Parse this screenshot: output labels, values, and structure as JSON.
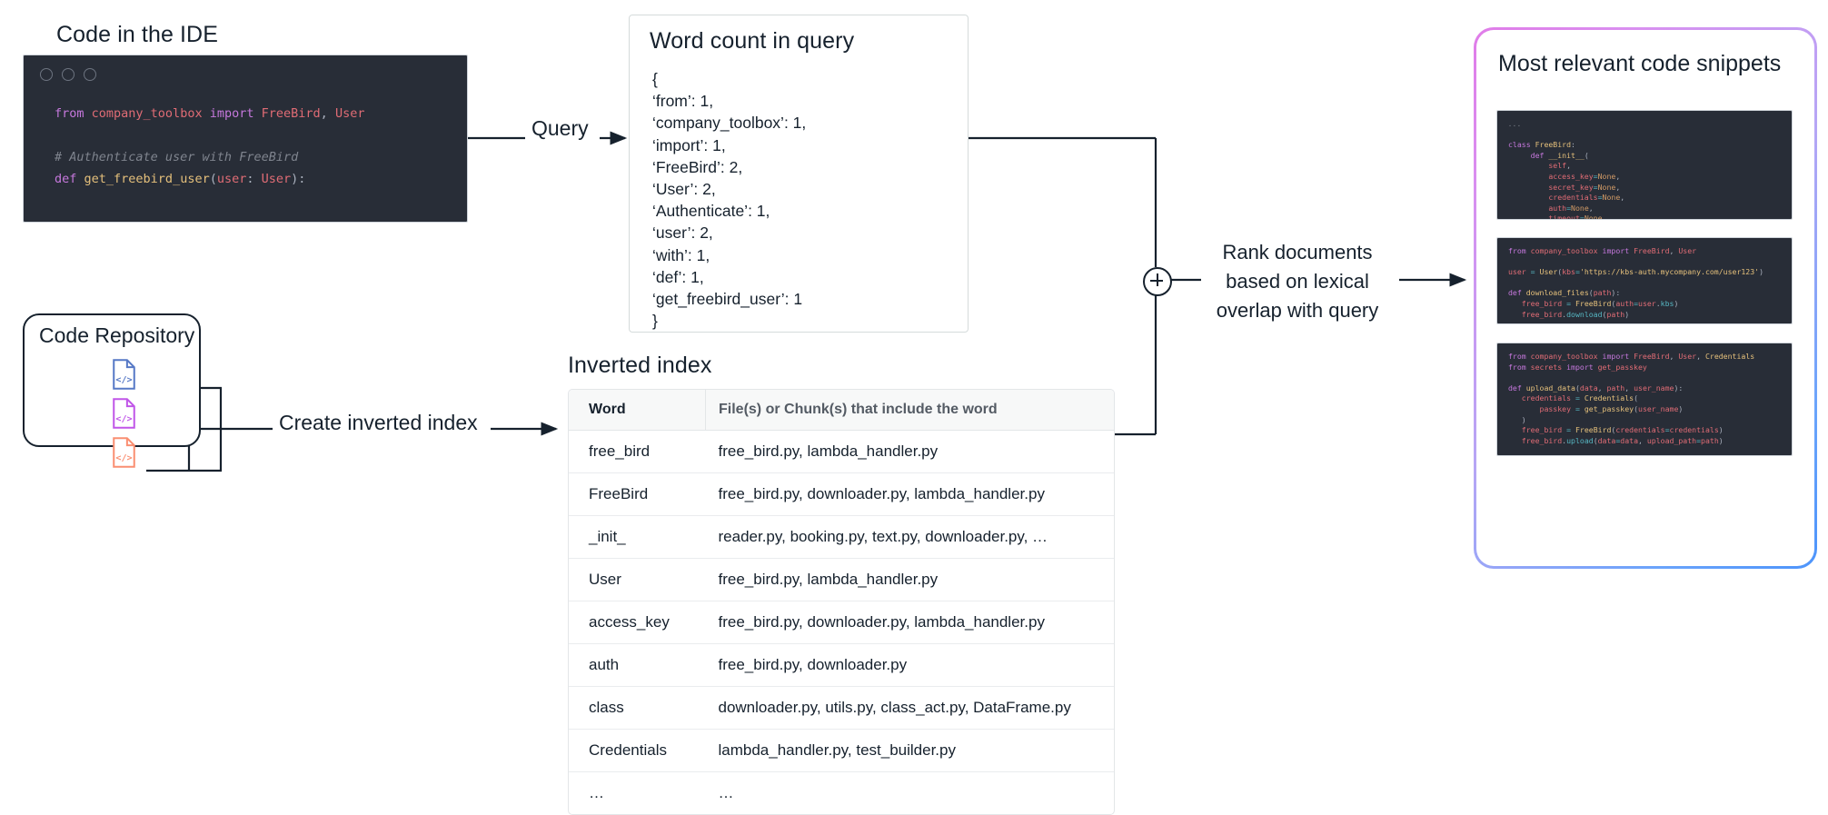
{
  "ide": {
    "title": "Code in the IDE",
    "window_dots": [
      "dot-1",
      "dot-2",
      "dot-3"
    ],
    "code_lines": [
      "from company_toolbox import FreeBird, User",
      "",
      "# Authenticate user with FreeBird",
      "def get_freebird_user(user: User):"
    ]
  },
  "word_count": {
    "title": "Word count in query",
    "body": "{\n‘from’: 1,\n‘company_toolbox’: 1,\n‘import’: 1,\n‘FreeBird’: 2,\n‘User’: 2,\n‘Authenticate’: 1,\n‘user’: 2,\n‘with’: 1,\n‘def’: 1,\n‘get_freebird_user’: 1\n}",
    "entries": [
      {
        "word": "from",
        "count": 1
      },
      {
        "word": "company_toolbox",
        "count": 1
      },
      {
        "word": "import",
        "count": 1
      },
      {
        "word": "FreeBird",
        "count": 2
      },
      {
        "word": "User",
        "count": 2
      },
      {
        "word": "Authenticate",
        "count": 1
      },
      {
        "word": "user",
        "count": 2
      },
      {
        "word": "with",
        "count": 1
      },
      {
        "word": "def",
        "count": 1
      },
      {
        "word": "get_freebird_user",
        "count": 1
      }
    ]
  },
  "repository": {
    "title": "Code Repository",
    "files": [
      {
        "icon": "code-file-icon",
        "color": "#5779c6"
      },
      {
        "icon": "code-file-icon",
        "color": "#c056e8"
      },
      {
        "icon": "code-file-icon",
        "color": "#fa8f72"
      }
    ]
  },
  "arrows": {
    "query_label": "Query",
    "create_index_label": "Create inverted index",
    "rank_label": "Rank documents based on lexical overlap with query",
    "rank_label_lines": [
      "Rank documents",
      "based on lexical",
      "overlap with query"
    ],
    "plus_symbol": "+"
  },
  "inverted_index": {
    "title": "Inverted index",
    "columns": [
      "Word",
      "File(s) or Chunk(s) that include the word"
    ],
    "rows": [
      {
        "word": "free_bird",
        "files": "free_bird.py,  lambda_handler.py"
      },
      {
        "word": "FreeBird",
        "files": "free_bird.py, downloader.py,  lambda_handler.py"
      },
      {
        "word": "_init_",
        "files": "reader.py, booking.py, text.py, downloader.py, …"
      },
      {
        "word": "User",
        "files": "free_bird.py,  lambda_handler.py"
      },
      {
        "word": "access_key",
        "files": "free_bird.py, downloader.py,  lambda_handler.py"
      },
      {
        "word": "auth",
        "files": "free_bird.py, downloader.py"
      },
      {
        "word": "class",
        "files": "downloader.py,  utils.py,  class_act.py,  DataFrame.py"
      },
      {
        "word": "Credentials",
        "files": "lambda_handler.py,  test_builder.py"
      },
      {
        "word": "…",
        "files": "…"
      }
    ]
  },
  "results": {
    "title": "Most relevant code snippets",
    "snippets": [
      {
        "name": "snippet-freebird-class",
        "code": "...\n\nclass FreeBird:\n    def __init__(\n        self,\n        access_key=None,\n        secret_key=None,\n        credentials=None,\n        auth=None,\n        timeout=None,\n    ):\n        ..."
      },
      {
        "name": "snippet-download-files",
        "code": "from company_toolbox import FreeBird, User\n\nuser = User(kbs='https://kbs-auth.mycompany.com/user123')\n\ndef download_files(path):\n   free_bird = FreeBird(auth=user.kbs)\n   free_bird.download(path)"
      },
      {
        "name": "snippet-upload-data",
        "code": "from company_toolbox import FreeBird, User, Credentials\nfrom secrets import get_passkey\n\ndef upload_data(data, path, user_name):\n   credentials = Credentials(\n       passkey = get_passkey(user_name)\n   )\n   free_bird = FreeBird(credentials=credentials)\n   free_bird.upload(data=data, upload_path=path)"
      }
    ]
  },
  "colors": {
    "ink": "#16212d",
    "code_bg": "#282d37",
    "link": "#0972d3",
    "gradient_start": "#e07ce8",
    "gradient_end": "#4d94fb"
  }
}
